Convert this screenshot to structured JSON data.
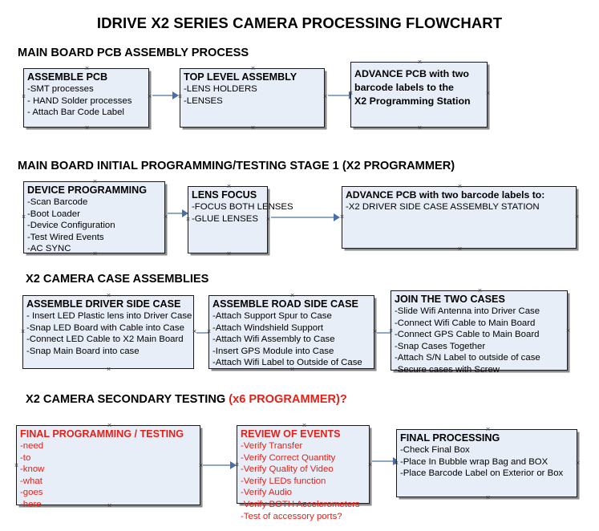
{
  "document": {
    "title": "IDRIVE X2  SERIES CAMERA PROCESSING FLOWCHART"
  },
  "sections": [
    {
      "id": "main-board-pcb-assembly",
      "heading": "MAIN BOARD PCB ASSEMBLY PROCESS",
      "heading_red": "",
      "boxes": [
        {
          "id": "assemble-pcb",
          "title": "ASSEMBLE PCB",
          "lines": [
            "-SMT processes",
            "- HAND Solder processes",
            "- Attach Bar Code Label"
          ]
        },
        {
          "id": "top-level-assembly",
          "title": "TOP LEVEL ASSEMBLY",
          "lines": [
            "-LENS HOLDERS",
            "-LENSES"
          ]
        },
        {
          "id": "advance-pcb-programming-station",
          "title": "",
          "lines": [
            "ADVANCE PCB with two",
            "barcode labels to the",
            " X2 Programming Station"
          ]
        }
      ]
    },
    {
      "id": "main-board-initial-programming",
      "heading": "MAIN BOARD INITIAL PROGRAMMING/TESTING STAGE 1 (X2 PROGRAMMER)",
      "heading_red": "",
      "boxes": [
        {
          "id": "device-programming",
          "title": "DEVICE PROGRAMMING",
          "lines": [
            "-Scan Barcode",
            "-Boot Loader",
            "-Device Configuration",
            "-Test Wired Events",
            "-AC SYNC"
          ]
        },
        {
          "id": "lens-focus",
          "title": "LENS FOCUS",
          "lines": [
            "-FOCUS BOTH LENSES",
            "-GLUE LENSES"
          ]
        },
        {
          "id": "advance-pcb-driver-side-station",
          "title": "ADVANCE PCB with two barcode labels to:",
          "lines": [
            "-X2 DRIVER  SIDE  CASE  ASSEMBLY STATION"
          ]
        }
      ]
    },
    {
      "id": "x2-camera-case-assemblies",
      "heading": "X2 CAMERA CASE ASSEMBLIES",
      "heading_red": "",
      "boxes": [
        {
          "id": "assemble-driver-side-case",
          "title": "ASSEMBLE DRIVER SIDE CASE",
          "lines": [
            "- Insert LED Plastic lens into Driver Case",
            "-Snap LED Board with Cable into Case",
            "-Connect LED Cable to X2 Main Board",
            "-Snap Main Board into case"
          ]
        },
        {
          "id": "assemble-road-side-case",
          "title": "ASSEMBLE ROAD SIDE CASE",
          "lines": [
            "-Attach Support Spur to Case",
            "-Attach Windshield Support",
            "-Attach Wifi Assembly to Case",
            "-Insert GPS Module into Case",
            "-Attach Wifi Label to Outside of Case"
          ]
        },
        {
          "id": "join-the-two-cases",
          "title": "JOIN THE TWO CASES",
          "lines": [
            "-Slide Wifi Antenna into Driver Case",
            "-Connect Wifi Cable to Main Board",
            "-Connect GPS Cable to Main Board",
            "-Snap Cases Together",
            "-Attach S/N Label to outside of case",
            "-Secure cases with Screw"
          ]
        }
      ]
    },
    {
      "id": "x2-camera-secondary-testing",
      "heading": "X2 CAMERA SECONDARY TESTING ",
      "heading_red": "(x6 PROGRAMMER)?",
      "boxes": [
        {
          "id": "final-programming-testing",
          "title": "FINAL PROGRAMMING / TESTING",
          "lines": [
            "-need",
            "-to",
            "-know",
            "-what",
            "-goes",
            "-here"
          ]
        },
        {
          "id": "review-of-events",
          "title": "REVIEW OF EVENTS",
          "lines": [
            "-Verify Transfer",
            "-Verify Correct Quantity",
            "-Verify Quality of Video",
            "-Verify LEDs function",
            "-Verify Audio",
            "-Verify BOTH Accelerometers",
            "-Test of accessory ports?"
          ]
        },
        {
          "id": "final-processing",
          "title": "FINAL PROCESSING",
          "lines": [
            "-Check Final Box",
            "-Place In Bubble wrap Bag and BOX",
            "-Place Barcode Label on Exterior or Box"
          ]
        }
      ]
    }
  ],
  "colors": {
    "box_fill": "#e8eef7",
    "box_border": "#1a1a1a",
    "arrow": "#8fa9c4",
    "arrow_head": "#4a6fa5",
    "red_text": "#e32119",
    "black_text": "#000000"
  }
}
